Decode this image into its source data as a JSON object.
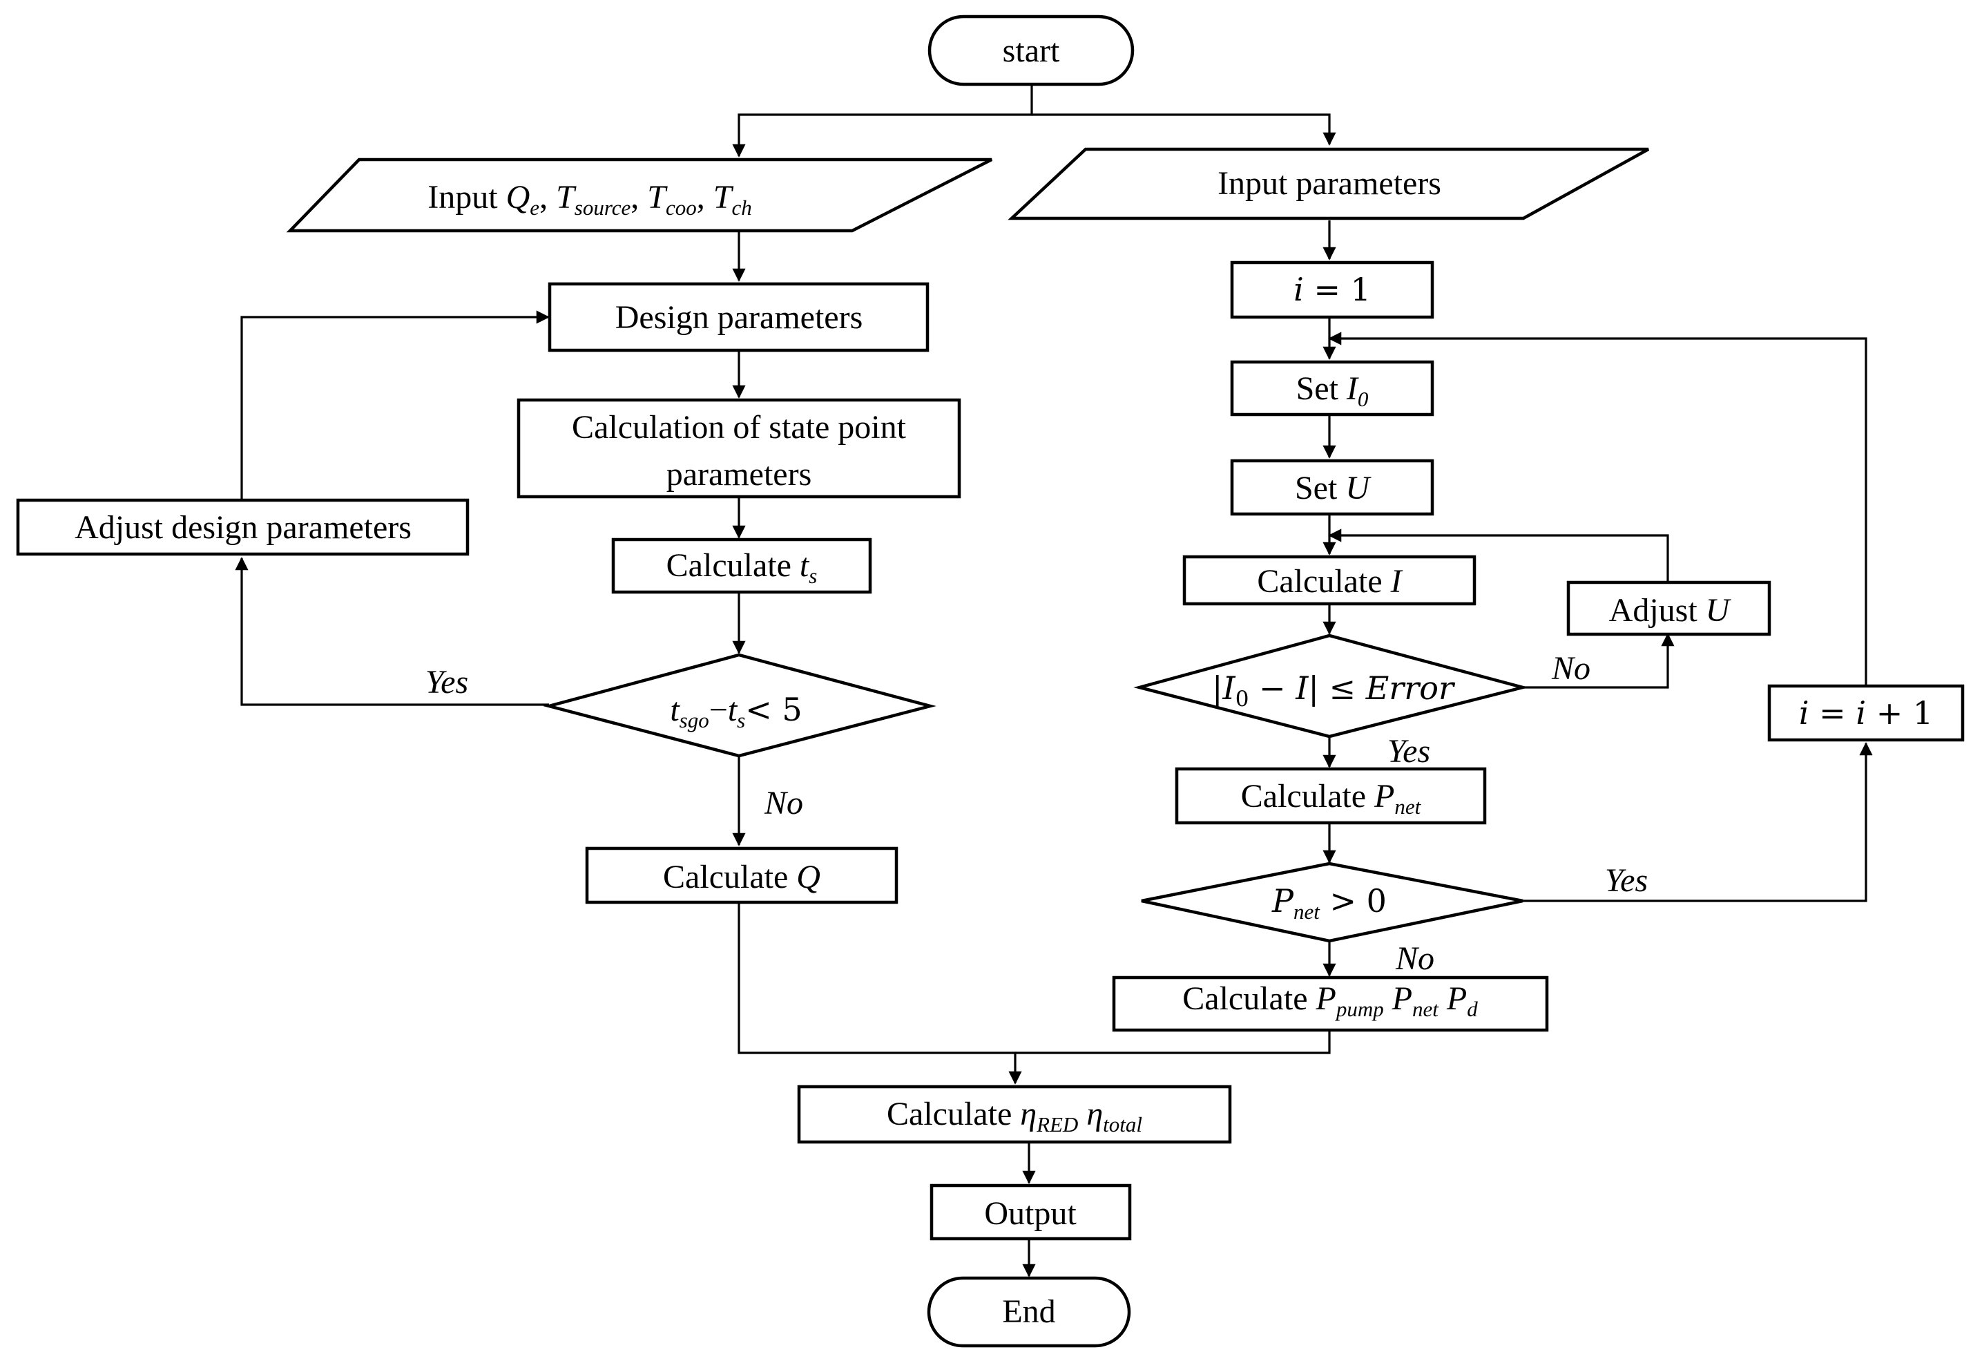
{
  "nodes": {
    "start": "start",
    "input_left": {
      "prefix": "Input ",
      "v1": "Q",
      "s1": "e",
      "v2": "T",
      "s2": "source",
      "v3": "T",
      "s3": "coo",
      "v4": "T",
      "s4": "ch",
      "sep": ", "
    },
    "input_right": "Input parameters",
    "design_params": "Design parameters",
    "calc_state_line1": "Calculation of state point",
    "calc_state_line2": "parameters",
    "adjust_design": "Adjust design parameters",
    "calc_ts": {
      "prefix": "Calculate ",
      "var": "t",
      "sub": "s"
    },
    "decision_tsgo": {
      "v1": "t",
      "s1": "sgo",
      "op": "−",
      "v2": "t",
      "s2": "s",
      "rest": "< 5"
    },
    "calc_q": {
      "prefix": "Calculate ",
      "var": "Q"
    },
    "i_eq_1": {
      "var": "i",
      "rest": " = 1"
    },
    "set_i0": {
      "prefix": "Set ",
      "var": "I",
      "sub": "0"
    },
    "set_u": {
      "prefix": "Set ",
      "var": "U"
    },
    "calc_i": {
      "prefix": "Calculate ",
      "var": "I"
    },
    "adjust_u": {
      "prefix": "Adjust  ",
      "var": "U"
    },
    "decision_error": {
      "left": "|",
      "v1": "I",
      "s1": "0",
      "mid": " − ",
      "v2": "I",
      "right": "| ≤ ",
      "err": "Error"
    },
    "i_inc": {
      "v1": "i",
      "mid": " = ",
      "v2": "i",
      "rest": " + 1"
    },
    "calc_pnet": {
      "prefix": "Calculate  ",
      "var": "P",
      "sub": "net"
    },
    "decision_pnet": {
      "var": "P",
      "sub": "net",
      "rest": " > 0"
    },
    "calc_ppump": {
      "prefix": "Calculate  ",
      "v1": "P",
      "s1": "pump",
      "v2": "P",
      "s2": "net",
      "v3": "P",
      "s3": "d"
    },
    "calc_eta": {
      "prefix": "Calculate ",
      "v1": "η",
      "s1": "RED",
      "v2": "η",
      "s2": "total"
    },
    "output": "Output",
    "end": "End"
  },
  "edge_labels": {
    "yes_left": "Yes",
    "no_left": "No",
    "no_error": "No",
    "yes_error": "Yes",
    "yes_pnet": "Yes",
    "no_pnet": "No"
  }
}
